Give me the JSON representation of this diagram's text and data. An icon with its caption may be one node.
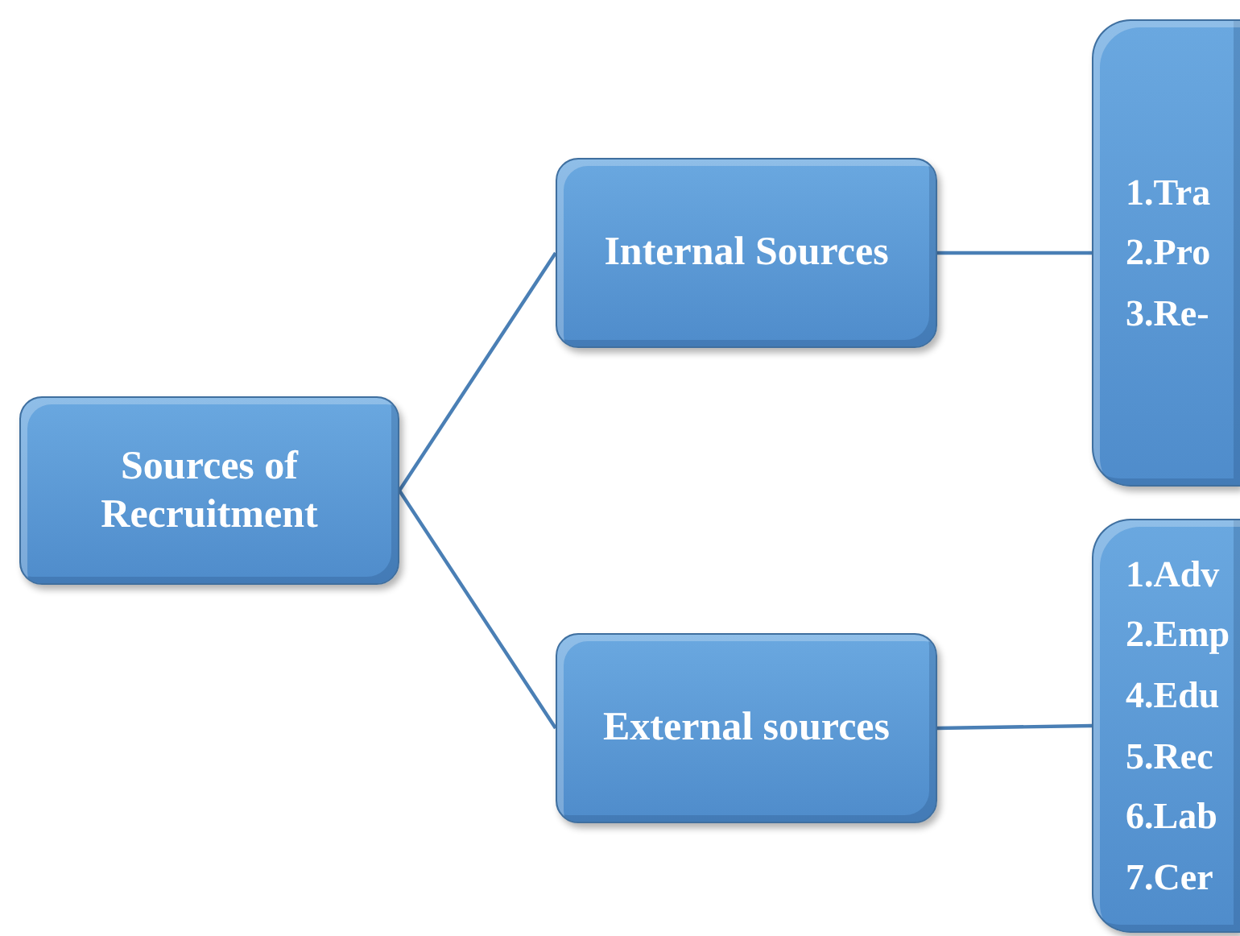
{
  "diagram": {
    "nodes": [
      {
        "text": [
          "Sources of Recruitment"
        ]
      },
      {
        "text": [
          "Internal Sources"
        ]
      },
      {
        "text": [
          "External sources"
        ]
      },
      {
        "text": [
          "1.Tra",
          "2.Pro",
          "3.Re-"
        ]
      },
      {
        "text": [
          "1.Adv",
          "2.Emp",
          "4.Edu",
          "5.Rec",
          "6.Lab",
          "7.Cer"
        ]
      }
    ],
    "edges": [
      {
        "from": 0,
        "to": 1,
        "arrow": "none"
      },
      {
        "from": 0,
        "to": 2,
        "arrow": "none"
      },
      {
        "from": 1,
        "to": 3,
        "arrow": "none"
      },
      {
        "from": 2,
        "to": 4,
        "arrow": "none"
      }
    ]
  }
}
